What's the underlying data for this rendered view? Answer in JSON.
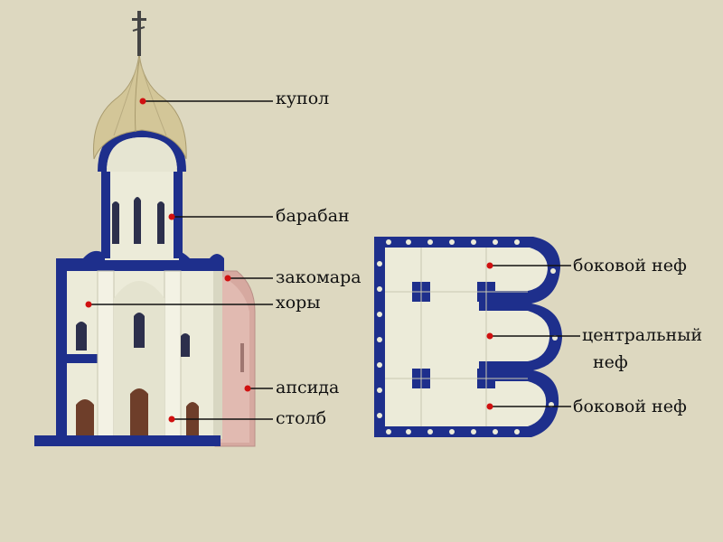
{
  "colors": {
    "background": "#ddd8c0",
    "wall_blue": "#1e2f8c",
    "wall_cream": "#ecebd9",
    "dome_gold": "#d3c698",
    "apse_pink": "#d6a9a0",
    "leader_dot": "#d01010"
  },
  "labels": {
    "dome": "купол",
    "drum": "барабан",
    "zakomara": "закомара",
    "choir": "хоры",
    "apse": "апсида",
    "pillar": "столб",
    "side_nave_top": "боковой неф",
    "central_nave_line1": "центральный",
    "central_nave_line2": "неф",
    "side_nave_bottom": "боковой неф"
  }
}
